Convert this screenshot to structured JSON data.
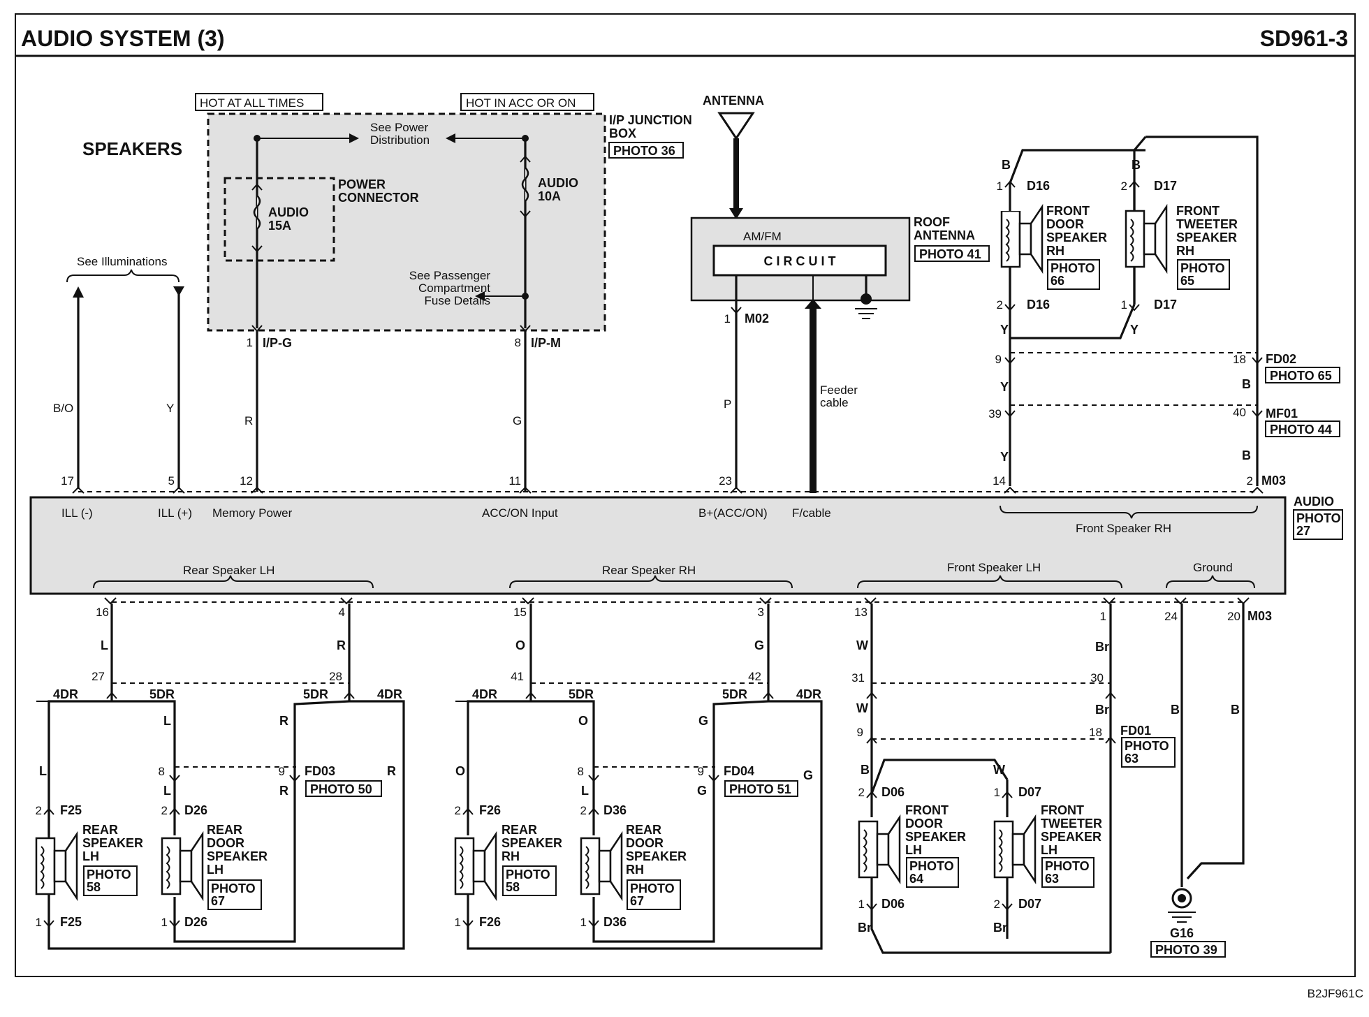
{
  "header": {
    "title": "AUDIO SYSTEM (3)",
    "code": "SD961-3",
    "figure_id": "B2JF961C"
  },
  "section": "SPEAKERS",
  "power": {
    "hot_all_times": "HOT AT ALL TIMES",
    "hot_acc_on": "HOT IN ACC OR ON",
    "junction_box": [
      "I/P JUNCTION",
      "BOX"
    ],
    "junction_photo": "PHOTO 36",
    "see_power": [
      "See Power",
      "Distribution"
    ],
    "power_connector": [
      "POWER",
      "CONNECTOR"
    ],
    "fuse_15": [
      "AUDIO",
      "15A"
    ],
    "fuse_10": [
      "AUDIO",
      "10A"
    ],
    "see_passenger": [
      "See Passenger",
      "Compartment",
      "Fuse Details"
    ],
    "conn_ipg": "I/P-G",
    "conn_ipm": "I/P-M",
    "pin_1": "1",
    "pin_8": "8"
  },
  "illum": {
    "label": "See Illuminations"
  },
  "antenna": {
    "label": "ANTENNA",
    "amfm": "AM/FM",
    "circuit": "C I R C U I T",
    "roof": [
      "ROOF",
      "ANTENNA"
    ],
    "photo": "PHOTO 41",
    "feeder": [
      "Feeder",
      "cable"
    ],
    "conn_m02": "M02",
    "pin_1": "1"
  },
  "wires": {
    "bo": "B/O",
    "y": "Y",
    "r": "R",
    "g": "G",
    "p": "P",
    "b": "B",
    "l": "L",
    "o": "O",
    "w": "W",
    "br": "Br"
  },
  "audio_unit": {
    "label": "AUDIO",
    "photo": [
      "PHOTO",
      "27"
    ],
    "terminals": [
      "ILL (-)",
      "ILL (+)",
      "Memory Power",
      "ACC/ON Input",
      "B+(ACC/ON)",
      "F/cable"
    ],
    "groups": [
      "Front Speaker RH",
      "Rear Speaker LH",
      "Rear Speaker RH",
      "Front Speaker LH",
      "Ground"
    ],
    "top_pins": [
      "17",
      "5",
      "12",
      "11",
      "23",
      "14",
      "2"
    ],
    "bottom_pins": [
      "16",
      "4",
      "15",
      "3",
      "13",
      "1",
      "24",
      "20"
    ],
    "conn_m03": "M03"
  },
  "front_rh": {
    "door": [
      "FRONT",
      "DOOR",
      "SPEAKER",
      "RH"
    ],
    "door_photo": [
      "PHOTO",
      "66"
    ],
    "tweeter": [
      "FRONT",
      "TWEETER",
      "SPEAKER",
      "RH"
    ],
    "tweeter_photo": [
      "PHOTO",
      "65"
    ],
    "d16": "D16",
    "d17": "D17",
    "fd02": "FD02",
    "fd02_photo": "PHOTO 65",
    "mf01": "MF01",
    "mf01_photo": "PHOTO 44",
    "pins": [
      "1",
      "2",
      "2",
      "1",
      "9",
      "18",
      "39",
      "40"
    ]
  },
  "rear_lh": {
    "rear": [
      "REAR",
      "SPEAKER",
      "LH"
    ],
    "rear_photo": [
      "PHOTO",
      "58"
    ],
    "door": [
      "REAR",
      "DOOR",
      "SPEAKER",
      "LH"
    ],
    "door_photo": [
      "PHOTO",
      "67"
    ],
    "f25": "F25",
    "d26": "D26",
    "fd03": "FD03",
    "fd03_photo": "PHOTO 50",
    "dr4": "4DR",
    "dr5": "5DR",
    "pins": [
      "27",
      "28",
      "8",
      "9",
      "2",
      "1",
      "2",
      "1"
    ]
  },
  "rear_rh": {
    "rear": [
      "REAR",
      "SPEAKER",
      "RH"
    ],
    "rear_photo": [
      "PHOTO",
      "58"
    ],
    "door": [
      "REAR",
      "DOOR",
      "SPEAKER",
      "RH"
    ],
    "door_photo": [
      "PHOTO",
      "67"
    ],
    "f26": "F26",
    "d36": "D36",
    "fd04": "FD04",
    "fd04_photo": "PHOTO 51",
    "pins": [
      "41",
      "42",
      "8",
      "9",
      "2",
      "1",
      "2",
      "1"
    ]
  },
  "front_lh": {
    "door": [
      "FRONT",
      "DOOR",
      "SPEAKER",
      "LH"
    ],
    "door_photo": [
      "PHOTO",
      "64"
    ],
    "tweeter": [
      "FRONT",
      "TWEETER",
      "SPEAKER",
      "LH"
    ],
    "tweeter_photo": [
      "PHOTO",
      "63"
    ],
    "d06": "D06",
    "d07": "D07",
    "fd01": "FD01",
    "fd01_photo": [
      "PHOTO",
      "63"
    ],
    "pins": [
      "31",
      "30",
      "9",
      "18",
      "2",
      "1",
      "1",
      "2"
    ]
  },
  "ground": {
    "g16": "G16",
    "photo": "PHOTO 39"
  }
}
